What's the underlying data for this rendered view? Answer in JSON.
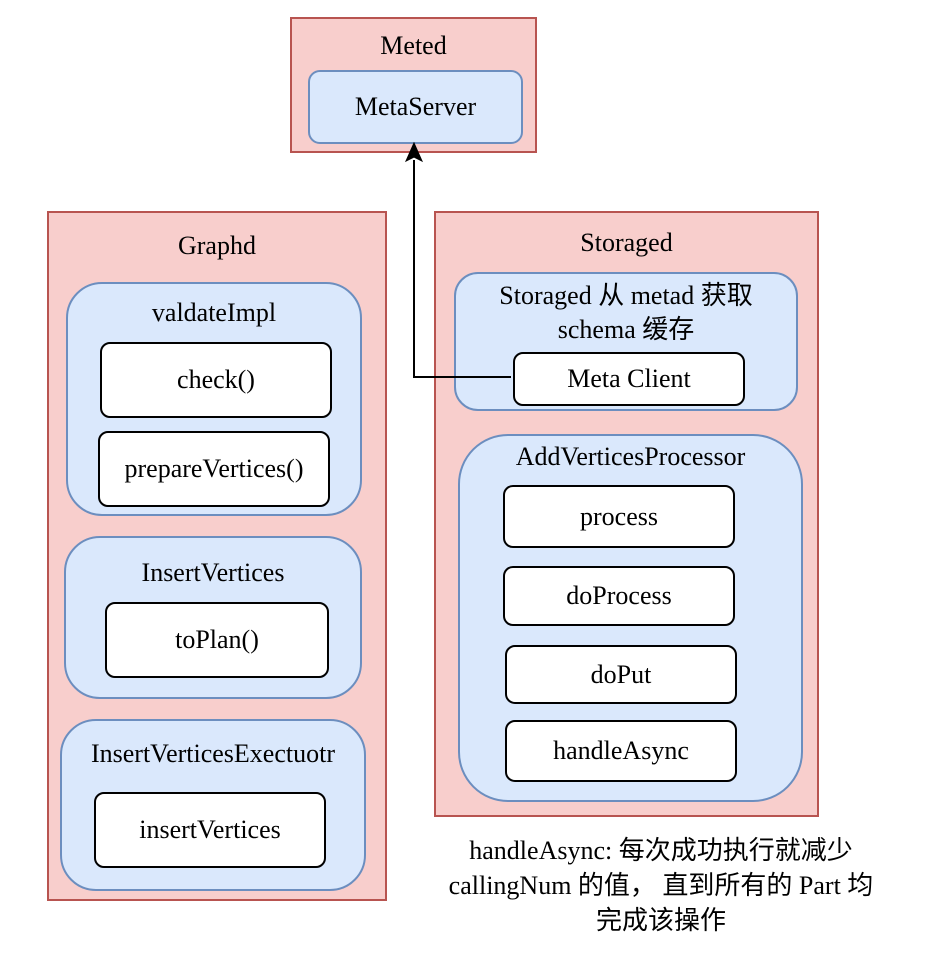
{
  "meted": {
    "title": "Meted",
    "meta_server": "MetaServer"
  },
  "graphd": {
    "title": "Graphd",
    "validate_group": {
      "title": "valdateImpl",
      "items": [
        "check()",
        "prepareVertices()"
      ]
    },
    "insert_group": {
      "title": "InsertVertices",
      "items": [
        "toPlan()"
      ]
    },
    "executor_group": {
      "title": "InsertVerticesExectuotr",
      "items": [
        "insertVertices"
      ]
    }
  },
  "storaged": {
    "title": "Storaged",
    "schema_group": {
      "title_line1": "Storaged 从 metad 获取",
      "title_line2": "schema 缓存",
      "meta_client": "Meta Client"
    },
    "processor_group": {
      "title": "AddVerticesProcessor",
      "items": [
        "process",
        "doProcess",
        "doPut",
        "handleAsync"
      ]
    }
  },
  "note": {
    "line1": "handleAsync: 每次成功执行就减少",
    "line2": "callingNum 的值， 直到所有的 Part 均",
    "line3": "完成该操作"
  },
  "colors": {
    "outer_fill": "#f8cecc",
    "outer_stroke": "#b85450",
    "group_fill": "#dae8fc",
    "group_stroke": "#6c8ebf",
    "node_fill": "#ffffff",
    "node_stroke": "#000000"
  }
}
